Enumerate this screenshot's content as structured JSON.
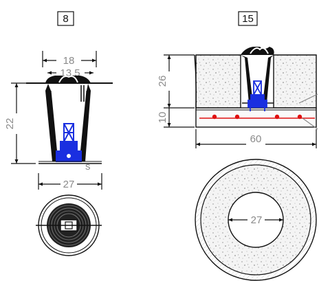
{
  "left_detail": {
    "tag": "8",
    "dim_top_outer": "18",
    "dim_top_inner": "13.5",
    "dim_height": "22",
    "dim_base": "27",
    "label_s": "s"
  },
  "right_detail": {
    "tag": "15",
    "dim_upper": "26",
    "dim_lower": "10",
    "dim_width": "60",
    "dim_inner": "27"
  },
  "colors": {
    "linework": "#111111",
    "dimension_text": "#8a8a8a",
    "fitting": "#1a2fe0",
    "rebar": "#e01010",
    "concrete_fill": "#f2f2f2"
  }
}
